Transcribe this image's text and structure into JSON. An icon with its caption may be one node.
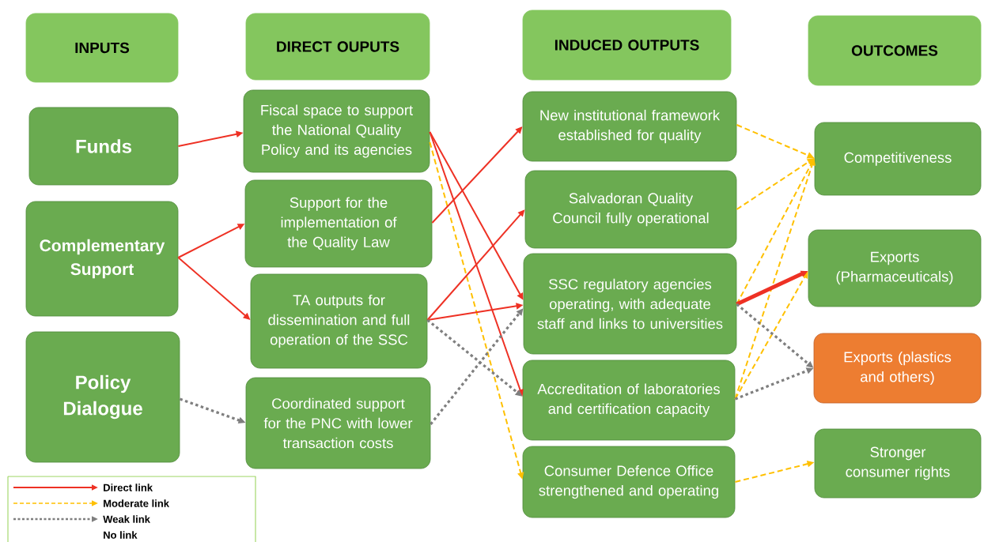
{
  "diagram": {
    "nodes": [
      {
        "text": [
          "INPUTS"
        ]
      },
      {
        "text": [
          "DIRECT OUPUTS"
        ]
      },
      {
        "text": [
          "INDUCED OUTPUTS"
        ]
      },
      {
        "text": [
          "OUTCOMES"
        ]
      },
      {
        "text": [
          "Funds"
        ]
      },
      {
        "text": [
          "Complementary Support"
        ]
      },
      {
        "text": [
          "Policy Dialogue"
        ]
      },
      {
        "text": [
          "Fiscal space to support the National Quality Policy and its agencies"
        ]
      },
      {
        "text": [
          "Support for the implementation of the Quality Law"
        ]
      },
      {
        "text": [
          "TA outputs for dissemination and full operation of the SSC"
        ]
      },
      {
        "text": [
          "Coordinated support for the PNC with lower transaction costs"
        ]
      },
      {
        "text": [
          "New institutional framework established for quality"
        ]
      },
      {
        "text": [
          "Salvadoran Quality Council fully operational"
        ]
      },
      {
        "text": [
          "SSC regulatory agencies operating, with adequate staff and links to universities"
        ]
      },
      {
        "text": [
          "Accreditation of laboratories and certification capacity"
        ]
      },
      {
        "text": [
          "Consumer Defence Office strengthened and operating"
        ]
      },
      {
        "text": [
          "Competitiveness"
        ]
      },
      {
        "text": [
          "Exports (Pharmaceuticals)"
        ]
      },
      {
        "text": [
          "Exports (plastics and others)"
        ]
      },
      {
        "text": [
          "Stronger consumer rights"
        ]
      }
    ],
    "edges": [
      {
        "from": 4,
        "to": 7,
        "arrow": "to"
      },
      {
        "from": 5,
        "to": 8,
        "arrow": "to"
      },
      {
        "from": 5,
        "to": 9,
        "arrow": "to"
      },
      {
        "from": 6,
        "to": 10,
        "arrow": "to",
        "style": "dashed",
        "color": "#7f7f7f"
      },
      {
        "from": 7,
        "to": 13,
        "arrow": "to"
      },
      {
        "from": 7,
        "to": 14,
        "arrow": "to"
      },
      {
        "from": 7,
        "to": 15,
        "arrow": "to",
        "style": "dashed",
        "color": "#ffc000"
      },
      {
        "from": 8,
        "to": 11,
        "arrow": "to"
      },
      {
        "from": 9,
        "to": 12,
        "arrow": "to"
      },
      {
        "from": 9,
        "to": 13,
        "arrow": "to"
      },
      {
        "from": 9,
        "to": 14,
        "arrow": "to",
        "style": "dashed",
        "color": "#7f7f7f"
      },
      {
        "from": 10,
        "to": 13,
        "arrow": "to",
        "style": "dashed",
        "color": "#7f7f7f"
      },
      {
        "from": 11,
        "to": 16,
        "arrow": "to",
        "style": "dashed",
        "color": "#ffc000"
      },
      {
        "from": 12,
        "to": 16,
        "arrow": "to",
        "style": "dashed",
        "color": "#ffc000"
      },
      {
        "from": 13,
        "to": 16,
        "arrow": "to",
        "style": "dashed",
        "color": "#ffc000"
      },
      {
        "from": 14,
        "to": 16,
        "arrow": "to",
        "style": "dashed",
        "color": "#ffc000"
      },
      {
        "from": 14,
        "to": 17,
        "arrow": "to",
        "style": "dashed",
        "color": "#ffc000"
      },
      {
        "from": 13,
        "to": 17,
        "arrow": "to",
        "style": "thick"
      },
      {
        "from": 13,
        "to": 18,
        "arrow": "to",
        "style": "dashed",
        "color": "#7f7f7f"
      },
      {
        "from": 14,
        "to": 18,
        "arrow": "to",
        "style": "dashed",
        "color": "#7f7f7f"
      },
      {
        "from": 15,
        "to": 19,
        "arrow": "to",
        "style": "dashed",
        "color": "#ffc000"
      }
    ],
    "legend": [
      {
        "text": "Direct link"
      },
      {
        "text": "Moderate link"
      },
      {
        "text": "Weak link"
      },
      {
        "text": "No link"
      }
    ]
  }
}
